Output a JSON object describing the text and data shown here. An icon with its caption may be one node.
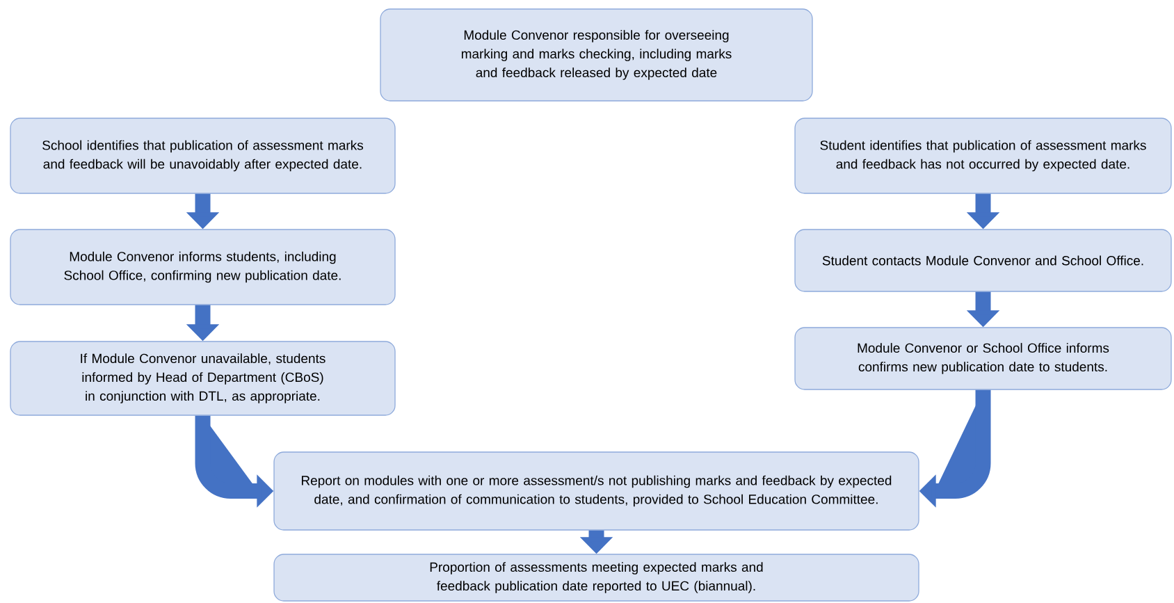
{
  "diagram": {
    "nodes": [
      {
        "text": [
          "Module Convenor responsible for overseeing marking and marks checking, including marks and feedback released by expected date"
        ]
      },
      {
        "text": [
          "School identifies that publication of assessment marks and feedback will be unavoidably after expected date."
        ]
      },
      {
        "text": [
          "Module Convenor informs students, including School Office, confirming new publication date."
        ]
      },
      {
        "text": [
          "If Module Convenor unavailable, students informed by Head of Department (CBoS) in conjunction with DTL, as appropriate."
        ]
      },
      {
        "text": [
          "Student identifies that publication of assessment marks and feedback has not occurred by expected date."
        ]
      },
      {
        "text": [
          "Student contacts Module Convenor and School Office."
        ]
      },
      {
        "text": [
          "Module Convenor or School Office informs confirms new publication date to students."
        ]
      },
      {
        "text": [
          "Report on modules with one or more assessment/s not publishing marks and feedback by expected date, and confirmation of communication to students, provided to School Education Committee."
        ]
      },
      {
        "text": [
          "Proportion of assessments meeting expected marks and feedback publication date reported to UEC (biannual)."
        ]
      }
    ],
    "edges": [
      {
        "from": 1,
        "to": 2,
        "arrow": "to"
      },
      {
        "from": 2,
        "to": 3,
        "arrow": "to"
      },
      {
        "from": 3,
        "to": 7,
        "arrow": "to"
      },
      {
        "from": 4,
        "to": 5,
        "arrow": "to"
      },
      {
        "from": 5,
        "to": 6,
        "arrow": "to"
      },
      {
        "from": 6,
        "to": 7,
        "arrow": "to"
      },
      {
        "from": 7,
        "to": 8,
        "arrow": "to"
      }
    ]
  }
}
